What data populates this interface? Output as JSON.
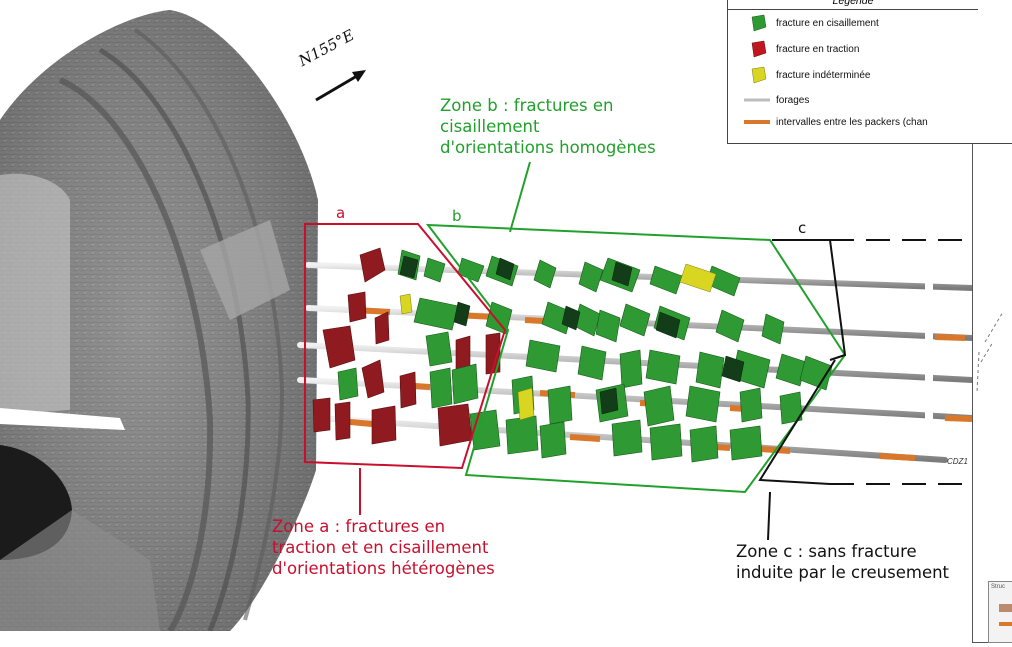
{
  "orientation_label": "N155°E",
  "legend": {
    "title": "Légende",
    "items": [
      {
        "label": "fracture en cisaillement",
        "color": "#2f9a34",
        "kind": "fracture"
      },
      {
        "label": "fracture en traction",
        "color": "#c0161d",
        "kind": "fracture"
      },
      {
        "label": "fracture indéterminée",
        "color": "#d8d620",
        "kind": "fracture"
      },
      {
        "label": "forages",
        "color": "#bdbdbd",
        "kind": "line"
      },
      {
        "label": "intervalles entre les packers (chan",
        "color": "#d9782a",
        "kind": "bar"
      }
    ]
  },
  "zones": {
    "a": {
      "letter": "a",
      "caption": [
        "Zone a : fractures en",
        "traction et en cisaillement",
        "d'orientations hétérogènes"
      ],
      "color": "#c8102e"
    },
    "b": {
      "letter": "b",
      "caption": [
        "Zone b : fractures en",
        "cisaillement",
        "d'orientations homogènes"
      ],
      "color": "#22a02c"
    },
    "c": {
      "letter": "c",
      "caption": [
        "Zone c : sans fracture",
        "induite par le creusement"
      ],
      "color": "#111111"
    }
  },
  "borehole_label": "CDZ1",
  "side_panel_label": "Struc"
}
